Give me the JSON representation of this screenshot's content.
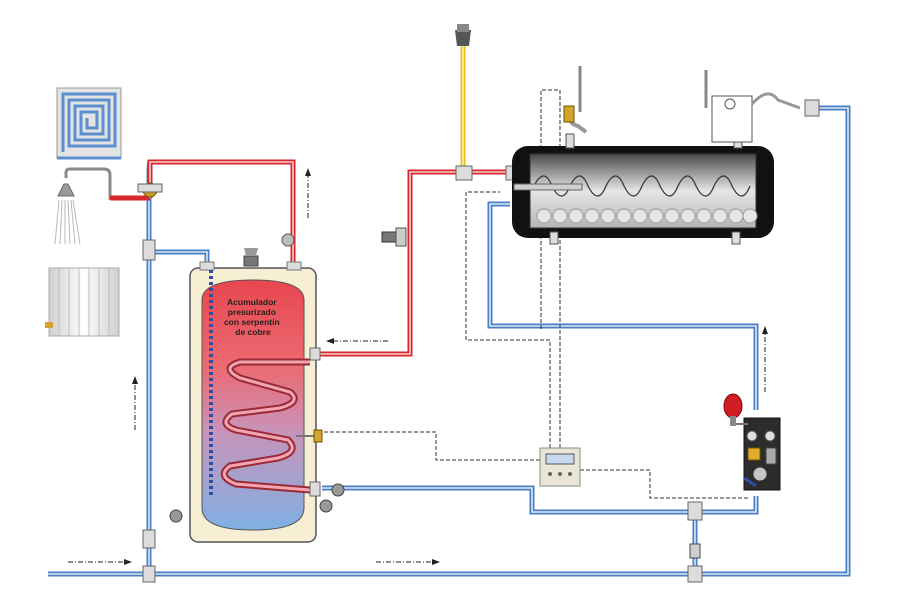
{
  "diagram": {
    "tank_label": [
      "Acumulador",
      "presurizado",
      "con serpentín",
      "de cobre"
    ],
    "controller_display": "",
    "colors": {
      "hot_pipe": "#d9262a",
      "cold_pipe": "#5b8fd0",
      "feed_pipe": "#e8c21f",
      "tank_top": "#e8474f",
      "tank_bottom": "#7fb0e3",
      "tank_jacket": "#f6efd4",
      "coil": "#d9626c",
      "collector_body": "#111111",
      "expansion_vessel": "#d21d24"
    },
    "icons": [
      "underfloor-heating-icon",
      "shower-icon",
      "radiator-icon",
      "solar-collector-icon",
      "solar-controller-icon",
      "pump-station-icon",
      "expansion-vessel-icon",
      "valve-icon"
    ]
  }
}
